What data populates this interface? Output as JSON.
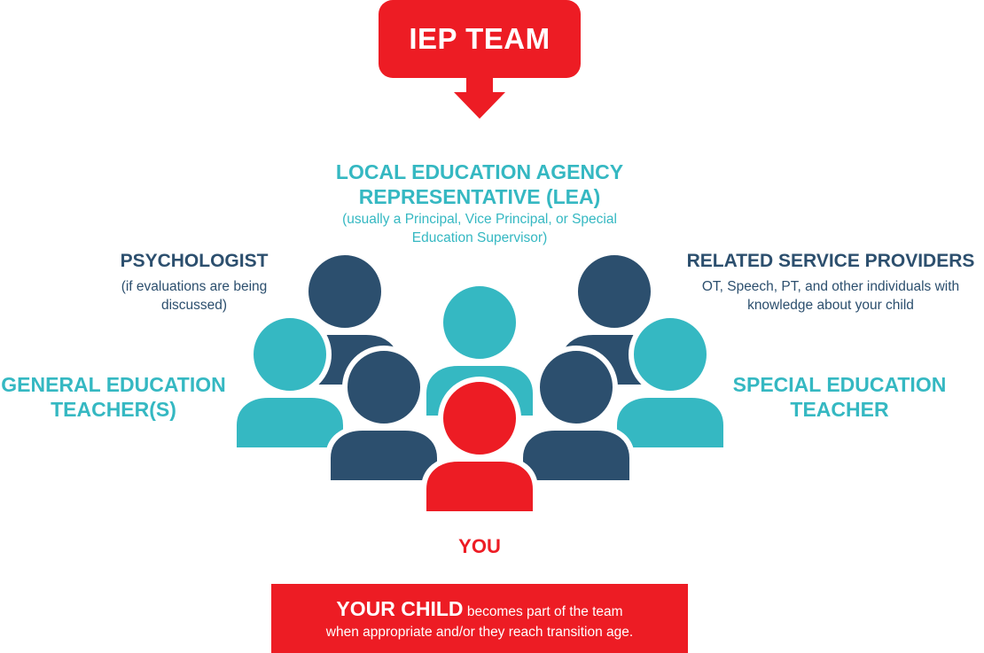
{
  "header": {
    "title": "IEP TEAM"
  },
  "members": {
    "lea": {
      "title_line1": "LOCAL EDUCATION AGENCY",
      "title_line2": "REPRESENTATIVE (LEA)",
      "sub_line1": "(usually a Principal, Vice Principal, or Special",
      "sub_line2": "Education Supervisor)"
    },
    "psychologist": {
      "title": "PSYCHOLOGIST",
      "sub_line1": "(if evaluations are being",
      "sub_line2": "discussed)"
    },
    "related": {
      "title": "RELATED SERVICE PROVIDERS",
      "sub_line1": "OT, Speech, PT, and other individuals with",
      "sub_line2": "knowledge about your child"
    },
    "general": {
      "title_line1": "GENERAL EDUCATION",
      "title_line2": "TEACHER(S)"
    },
    "special": {
      "title_line1": "SPECIAL EDUCATION",
      "title_line2": "TEACHER"
    },
    "you": {
      "title": "YOU"
    }
  },
  "footer": {
    "strong": "YOUR CHILD",
    "line1_rest": " becomes part of the team",
    "line2": "when appropriate and/or they reach transition age."
  },
  "colors": {
    "red": "#ed1c24",
    "teal": "#35b8c2",
    "navy": "#2c4f6e"
  },
  "icons": {
    "header_arrow": "down-arrow-icon",
    "people": "person-icon"
  }
}
